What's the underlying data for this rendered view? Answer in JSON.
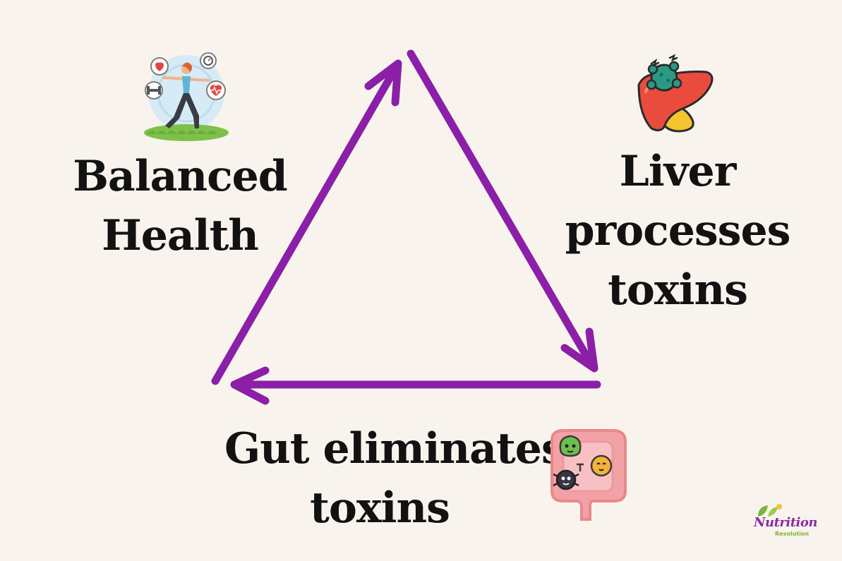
{
  "nodes": {
    "balanced": {
      "lines": [
        "Balanced",
        "Health"
      ]
    },
    "liver": {
      "lines": [
        "Liver",
        "processes",
        "toxins"
      ]
    },
    "gut": {
      "lines": [
        "Gut eliminates",
        "toxins"
      ]
    }
  },
  "logo": {
    "main": "Nutrition",
    "sub": "Resolution"
  },
  "colors": {
    "arrow": "#8b1fa8",
    "background": "#f8f4ed",
    "text": "#121212",
    "logo_purple": "#8a2aa8",
    "logo_green": "#7fb33c"
  },
  "icons": [
    "fitness-woman-icon",
    "liver-icon",
    "gut-bacteria-icon",
    "leaf-logo-icon"
  ]
}
